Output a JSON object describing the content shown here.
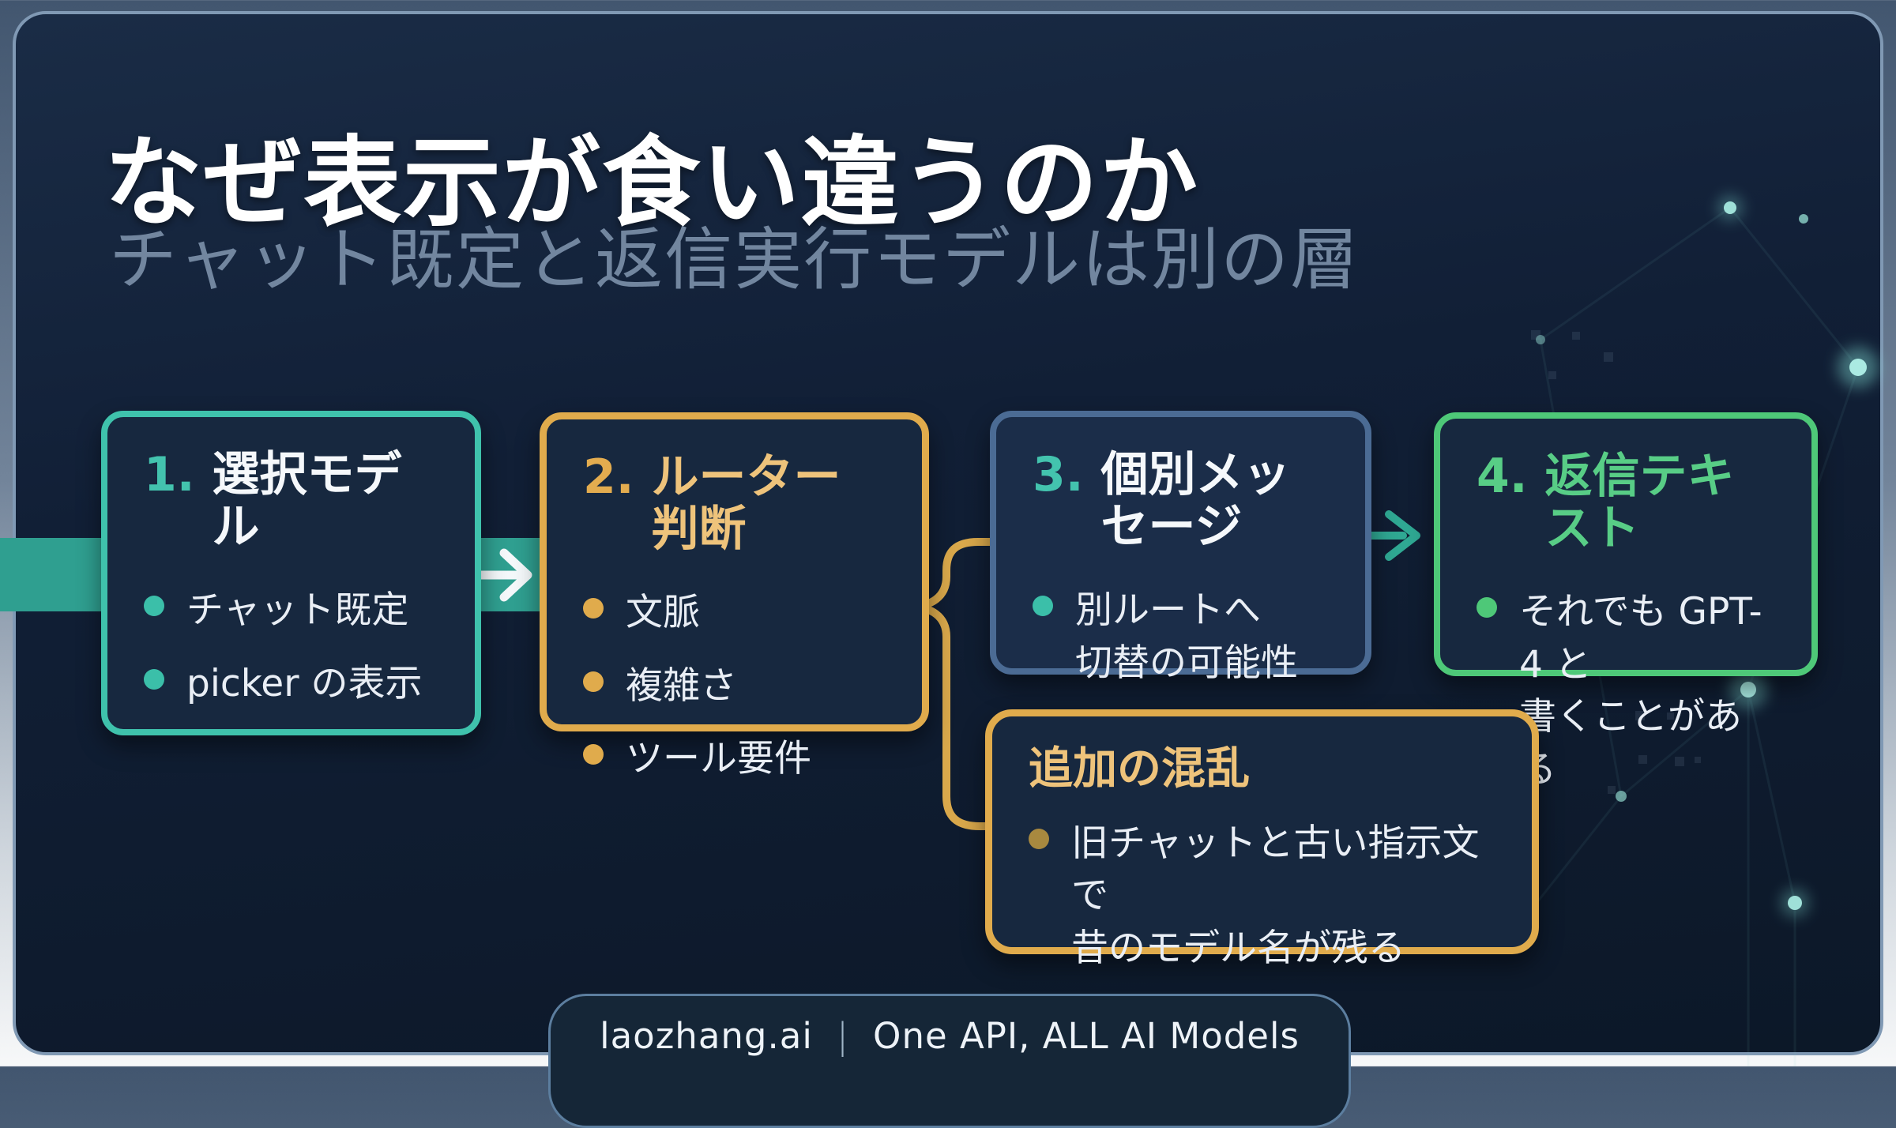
{
  "slide": {
    "title": "なぜ表示が食い違うのか",
    "subtitle": "チャット既定と返信実行モデルは別の層",
    "boxes": [
      {
        "id": "step-1",
        "number": "1.",
        "title": "選択モデル",
        "accent": "#3fc2ac",
        "bullets": [
          "チャット既定",
          "picker の表示"
        ]
      },
      {
        "id": "step-2",
        "number": "2.",
        "title": "ルーター判断",
        "accent": "#e0ab4c",
        "bullets": [
          "文脈",
          "複雑さ",
          "ツール要件"
        ]
      },
      {
        "id": "step-3",
        "number": "3.",
        "title": "個別メッセージ",
        "accent": "#4b6b94",
        "bullets": [
          "別ルートへ\n切替の可能性"
        ]
      },
      {
        "id": "step-4",
        "number": "4.",
        "title": "返信テキスト",
        "accent": "#4ec878",
        "bullets": [
          "それでも GPT-4 と\n書くことがある"
        ]
      },
      {
        "id": "note",
        "number": "",
        "title": "追加の混乱",
        "accent": "#e0ab4c",
        "bullets": [
          "旧チャットと古い指示文で\n昔のモデル名が残る"
        ]
      }
    ],
    "footer": {
      "brand": "laozhang.ai",
      "divider": "|",
      "tagline": "One API, ALL AI Models"
    },
    "colors": {
      "background": "#101f36",
      "frame_border": "#8099b4",
      "teal_accent": "#3fc2ac",
      "amber_accent": "#e0ab4c",
      "slate_accent": "#4b6b94",
      "green_accent": "#4ec878",
      "text_primary": "#ffffff",
      "text_muted": "#72869f"
    }
  }
}
